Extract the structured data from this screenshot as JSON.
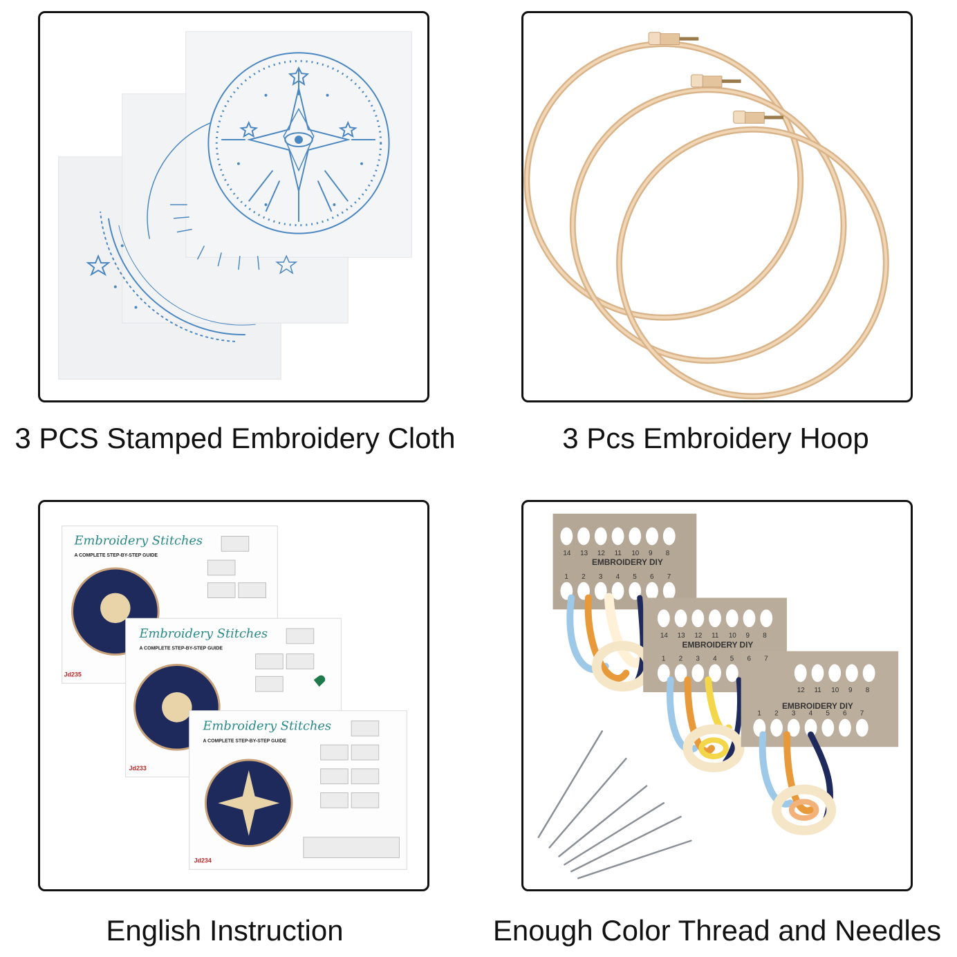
{
  "panels": [
    {
      "caption": "3 PCS Stamped Embroidery Cloth"
    },
    {
      "caption": "3 Pcs Embroidery Hoop"
    },
    {
      "caption": "English Instruction",
      "guides": [
        {
          "title": "Embroidery Stitches",
          "subtitle": "A COMPLETE STEP-BY-STEP GUIDE",
          "code": "Jd235"
        },
        {
          "title": "Embroidery Stitches",
          "subtitle": "A COMPLETE STEP-BY-STEP GUIDE",
          "code": "Jd233"
        },
        {
          "title": "Embroidery Stitches",
          "subtitle": "A COMPLETE STEP-BY-STEP GUIDE",
          "code": "Jd234"
        }
      ]
    },
    {
      "caption": "Enough Color Thread and Needles",
      "cards": [
        {
          "label": "EMBROIDERY DIY",
          "top_numbers": [
            "14",
            "13",
            "12",
            "11",
            "10",
            "9",
            "8"
          ],
          "bottom_numbers": [
            "1",
            "2",
            "3",
            "4",
            "5",
            "6",
            "7"
          ]
        },
        {
          "label": "EMBROIDERY DIY",
          "top_numbers": [
            "14",
            "13",
            "12",
            "11",
            "10",
            "9",
            "8"
          ],
          "bottom_numbers": [
            "1",
            "2",
            "3",
            "4",
            "5",
            "6",
            "7"
          ]
        },
        {
          "label": "EMBROIDERY DIY",
          "top_numbers": [
            "12",
            "11",
            "10",
            "9",
            "8"
          ],
          "bottom_numbers": [
            "1",
            "2",
            "3",
            "4",
            "5",
            "6",
            "7"
          ]
        }
      ]
    }
  ],
  "colors": {
    "pattern_blue": "#4a86c0",
    "hoop": "#e9c9a2",
    "navy": "#1f2a5c",
    "card": "#b5a796",
    "border": "#111111"
  }
}
